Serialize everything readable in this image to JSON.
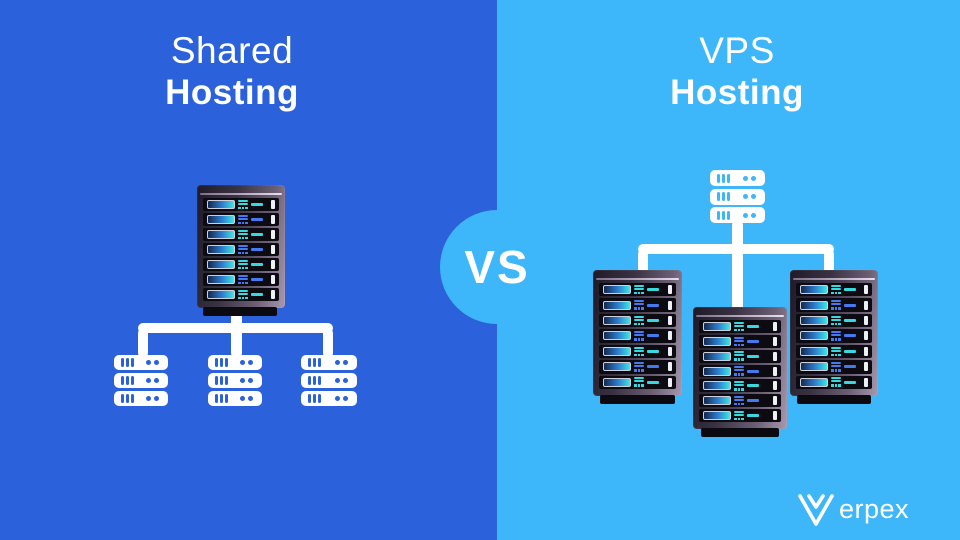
{
  "panels": {
    "shared": {
      "title_line1": "Shared",
      "title_line2": "Hosting"
    },
    "vps": {
      "title_line1": "VPS",
      "title_line2": "Hosting"
    }
  },
  "vs_badge": {
    "label": "VS"
  },
  "brand": {
    "name": "Verpex",
    "wordmark_suffix": "erpex"
  },
  "diagram": {
    "shared": {
      "main_rack_units": 7,
      "client_stack_count": 3,
      "client_stack_units": 3
    },
    "vps": {
      "origin_stack_units": 3,
      "rack_count": 3,
      "rack_units": 7
    }
  },
  "colors": {
    "left_bg": "#2B61DB",
    "right_bg": "#3EB6FA",
    "accent_cyan": "#38D9DE",
    "accent_blue": "#4479EF",
    "rack_dark": "#0C0B11",
    "white": "#FFFFFF"
  }
}
